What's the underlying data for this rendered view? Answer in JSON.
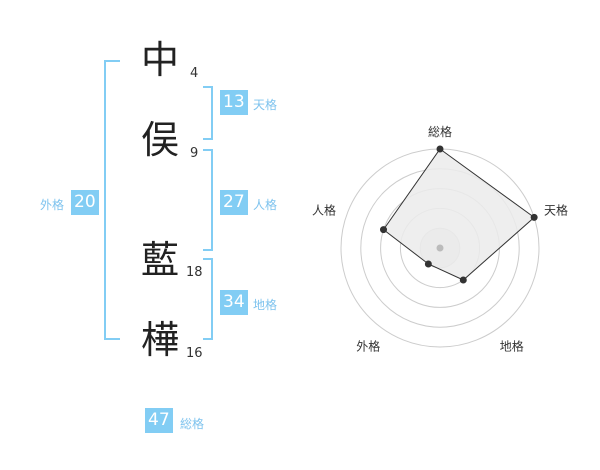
{
  "characters": [
    {
      "char": "中",
      "strokes": "4"
    },
    {
      "char": "俣",
      "strokes": "9"
    },
    {
      "char": "藍",
      "strokes": "18"
    },
    {
      "char": "樺",
      "strokes": "16"
    }
  ],
  "kaku": {
    "tenkaku": {
      "value": "13",
      "label": "天格"
    },
    "jinkaku": {
      "value": "27",
      "label": "人格"
    },
    "chikaku": {
      "value": "34",
      "label": "地格"
    },
    "gaikaku": {
      "value": "20",
      "label": "外格"
    },
    "soukaku": {
      "value": "47",
      "label": "総格"
    }
  },
  "radar": {
    "axes": [
      "総格",
      "天格",
      "地格",
      "外格",
      "人格"
    ],
    "levels": 5,
    "values": [
      5,
      5,
      2,
      1,
      3
    ],
    "max": 5,
    "colors": {
      "fill": "#eeeeee",
      "line": "#333333",
      "dot": "#333333",
      "ring": "#cccccc",
      "center": "#bbbbbb"
    }
  }
}
